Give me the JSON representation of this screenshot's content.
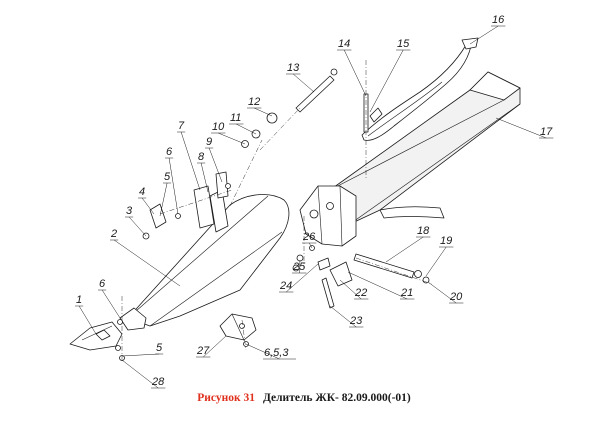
{
  "caption": {
    "figure": "Рисунок 31",
    "title": "Делитель ЖК- 82.09.000(-01)"
  },
  "colors": {
    "figure_label": "#e0301e",
    "line": "#1a1a1a"
  },
  "callouts": [
    {
      "id": "c1",
      "label": "1"
    },
    {
      "id": "c2",
      "label": "2"
    },
    {
      "id": "c3",
      "label": "3"
    },
    {
      "id": "c4",
      "label": "4"
    },
    {
      "id": "c5a",
      "label": "5"
    },
    {
      "id": "c5b",
      "label": "5"
    },
    {
      "id": "c6a",
      "label": "6"
    },
    {
      "id": "c6b",
      "label": "6"
    },
    {
      "id": "c7",
      "label": "7"
    },
    {
      "id": "c8",
      "label": "8"
    },
    {
      "id": "c9",
      "label": "9"
    },
    {
      "id": "c10",
      "label": "10"
    },
    {
      "id": "c11",
      "label": "11"
    },
    {
      "id": "c12",
      "label": "12"
    },
    {
      "id": "c13",
      "label": "13"
    },
    {
      "id": "c14",
      "label": "14"
    },
    {
      "id": "c15",
      "label": "15"
    },
    {
      "id": "c16",
      "label": "16"
    },
    {
      "id": "c17",
      "label": "17"
    },
    {
      "id": "c18",
      "label": "18"
    },
    {
      "id": "c19",
      "label": "19"
    },
    {
      "id": "c20",
      "label": "20"
    },
    {
      "id": "c21",
      "label": "21"
    },
    {
      "id": "c22",
      "label": "22"
    },
    {
      "id": "c23",
      "label": "23"
    },
    {
      "id": "c24",
      "label": "24"
    },
    {
      "id": "c25",
      "label": "25"
    },
    {
      "id": "c26",
      "label": "26"
    },
    {
      "id": "c27",
      "label": "27"
    },
    {
      "id": "c28",
      "label": "28"
    },
    {
      "id": "c653",
      "label": "6,5,3"
    }
  ]
}
